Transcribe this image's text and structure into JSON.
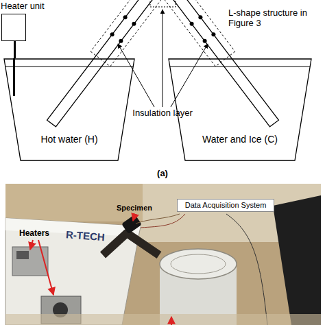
{
  "diagram": {
    "nodes": [
      {
        "text": [
          "Heater unit"
        ]
      },
      {
        "text": [
          "Hot water (H)"
        ]
      },
      {
        "text": [
          "Water and Ice (C)"
        ]
      },
      {
        "text": [
          "Data Acquisition System"
        ]
      }
    ],
    "edges": [
      {
        "from": 0,
        "to": 1,
        "arrow": "none"
      }
    ],
    "labels": [
      "L-shape structure in Figure 3",
      "Insulation layer",
      "(a)",
      "Heaters",
      "Specimen",
      "R-TECH"
    ]
  }
}
